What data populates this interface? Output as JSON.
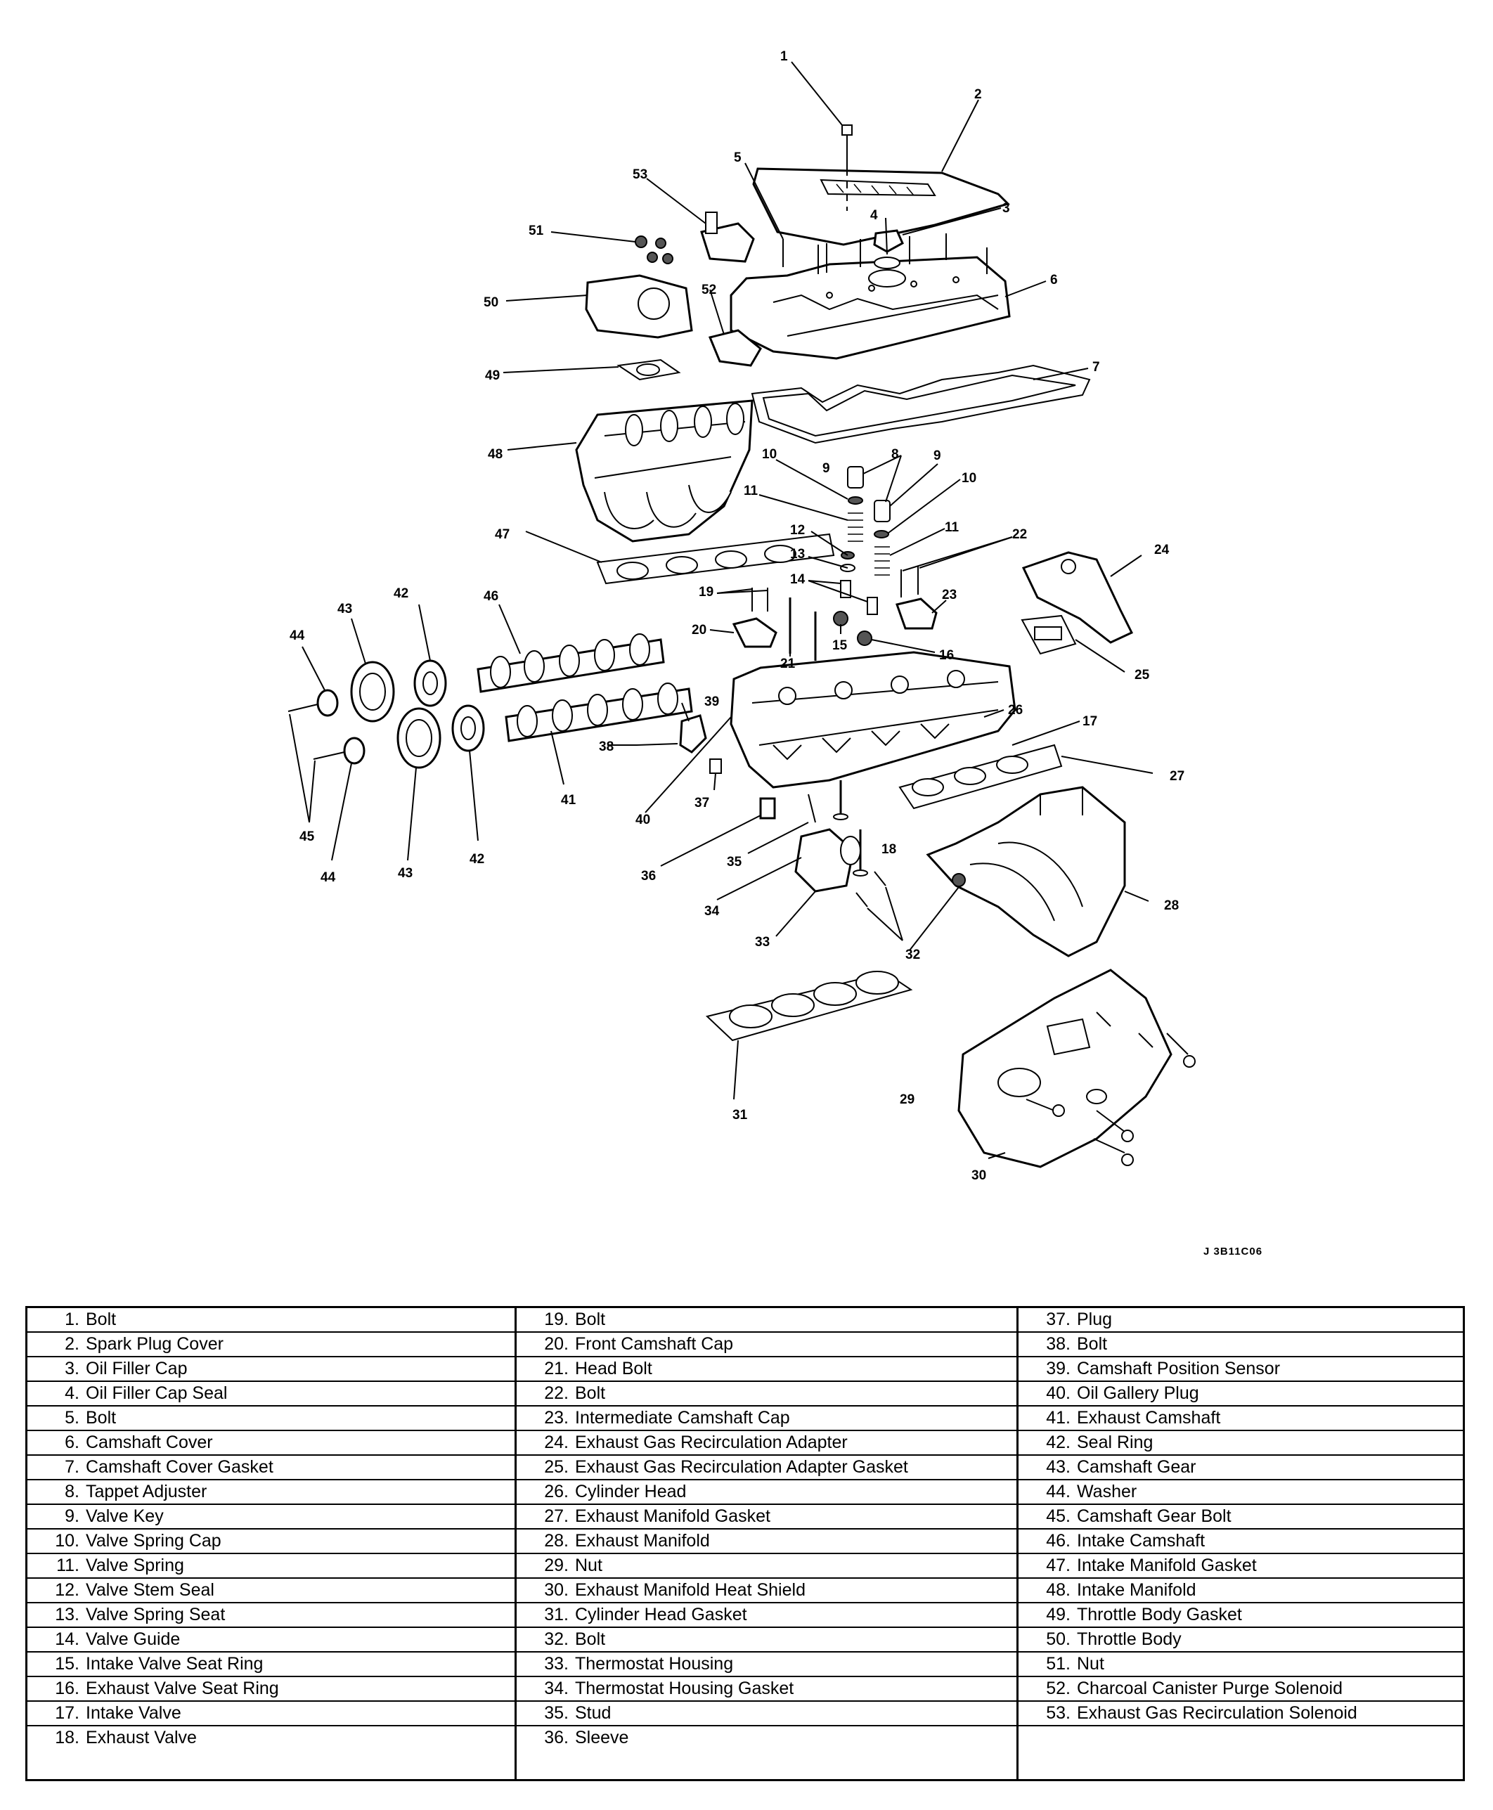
{
  "figure": {
    "reference_code": "J 3B11C06"
  },
  "callouts": [
    {
      "id": "1",
      "label": "1"
    },
    {
      "id": "2",
      "label": "2"
    },
    {
      "id": "3",
      "label": "3"
    },
    {
      "id": "4",
      "label": "4"
    },
    {
      "id": "5",
      "label": "5"
    },
    {
      "id": "6",
      "label": "6"
    },
    {
      "id": "7",
      "label": "7"
    },
    {
      "id": "8",
      "label": "8"
    },
    {
      "id": "9a",
      "label": "9"
    },
    {
      "id": "9b",
      "label": "9"
    },
    {
      "id": "10a",
      "label": "10"
    },
    {
      "id": "10b",
      "label": "10"
    },
    {
      "id": "11a",
      "label": "11"
    },
    {
      "id": "11b",
      "label": "11"
    },
    {
      "id": "12",
      "label": "12"
    },
    {
      "id": "13",
      "label": "13"
    },
    {
      "id": "14",
      "label": "14"
    },
    {
      "id": "15",
      "label": "15"
    },
    {
      "id": "16",
      "label": "16"
    },
    {
      "id": "17",
      "label": "17"
    },
    {
      "id": "18",
      "label": "18"
    },
    {
      "id": "19",
      "label": "19"
    },
    {
      "id": "20",
      "label": "20"
    },
    {
      "id": "21",
      "label": "21"
    },
    {
      "id": "22",
      "label": "22"
    },
    {
      "id": "23",
      "label": "23"
    },
    {
      "id": "24",
      "label": "24"
    },
    {
      "id": "25",
      "label": "25"
    },
    {
      "id": "26",
      "label": "26"
    },
    {
      "id": "27",
      "label": "27"
    },
    {
      "id": "28",
      "label": "28"
    },
    {
      "id": "29",
      "label": "29"
    },
    {
      "id": "30",
      "label": "30"
    },
    {
      "id": "31",
      "label": "31"
    },
    {
      "id": "32",
      "label": "32"
    },
    {
      "id": "33",
      "label": "33"
    },
    {
      "id": "34",
      "label": "34"
    },
    {
      "id": "35",
      "label": "35"
    },
    {
      "id": "36",
      "label": "36"
    },
    {
      "id": "37",
      "label": "37"
    },
    {
      "id": "38",
      "label": "38"
    },
    {
      "id": "39",
      "label": "39"
    },
    {
      "id": "40",
      "label": "40"
    },
    {
      "id": "41",
      "label": "41"
    },
    {
      "id": "42a",
      "label": "42"
    },
    {
      "id": "42b",
      "label": "42"
    },
    {
      "id": "43a",
      "label": "43"
    },
    {
      "id": "43b",
      "label": "43"
    },
    {
      "id": "44a",
      "label": "44"
    },
    {
      "id": "44b",
      "label": "44"
    },
    {
      "id": "45",
      "label": "45"
    },
    {
      "id": "46",
      "label": "46"
    },
    {
      "id": "47",
      "label": "47"
    },
    {
      "id": "48",
      "label": "48"
    },
    {
      "id": "49",
      "label": "49"
    },
    {
      "id": "50",
      "label": "50"
    },
    {
      "id": "51",
      "label": "51"
    },
    {
      "id": "52",
      "label": "52"
    },
    {
      "id": "53",
      "label": "53"
    }
  ],
  "legend": {
    "columns": [
      [
        {
          "num": "1.",
          "name": "Bolt"
        },
        {
          "num": "2.",
          "name": "Spark Plug Cover"
        },
        {
          "num": "3.",
          "name": "Oil Filler Cap"
        },
        {
          "num": "4.",
          "name": "Oil Filler Cap Seal"
        },
        {
          "num": "5.",
          "name": "Bolt"
        },
        {
          "num": "6.",
          "name": "Camshaft Cover"
        },
        {
          "num": "7.",
          "name": "Camshaft Cover Gasket"
        },
        {
          "num": "8.",
          "name": "Tappet Adjuster"
        },
        {
          "num": "9.",
          "name": "Valve Key"
        },
        {
          "num": "10.",
          "name": "Valve Spring Cap"
        },
        {
          "num": "11.",
          "name": "Valve Spring"
        },
        {
          "num": "12.",
          "name": "Valve Stem Seal"
        },
        {
          "num": "13.",
          "name": "Valve Spring Seat"
        },
        {
          "num": "14.",
          "name": "Valve Guide"
        },
        {
          "num": "15.",
          "name": "Intake Valve Seat Ring"
        },
        {
          "num": "16.",
          "name": "Exhaust Valve Seat Ring"
        },
        {
          "num": "17.",
          "name": "Intake Valve"
        },
        {
          "num": "18.",
          "name": "Exhaust Valve"
        }
      ],
      [
        {
          "num": "19.",
          "name": "Bolt"
        },
        {
          "num": "20.",
          "name": "Front Camshaft Cap"
        },
        {
          "num": "21.",
          "name": "Head Bolt"
        },
        {
          "num": "22.",
          "name": "Bolt"
        },
        {
          "num": "23.",
          "name": "Intermediate Camshaft Cap"
        },
        {
          "num": "24.",
          "name": "Exhaust Gas Recirculation Adapter"
        },
        {
          "num": "25.",
          "name": "Exhaust Gas Recirculation Adapter Gasket"
        },
        {
          "num": "26.",
          "name": "Cylinder Head"
        },
        {
          "num": "27.",
          "name": "Exhaust Manifold Gasket"
        },
        {
          "num": "28.",
          "name": "Exhaust Manifold"
        },
        {
          "num": "29.",
          "name": "Nut"
        },
        {
          "num": "30.",
          "name": "Exhaust Manifold Heat Shield"
        },
        {
          "num": "31.",
          "name": "Cylinder Head Gasket"
        },
        {
          "num": "32.",
          "name": "Bolt"
        },
        {
          "num": "33.",
          "name": "Thermostat Housing"
        },
        {
          "num": "34.",
          "name": "Thermostat Housing Gasket"
        },
        {
          "num": "35.",
          "name": "Stud"
        },
        {
          "num": "36.",
          "name": "Sleeve"
        }
      ],
      [
        {
          "num": "37.",
          "name": "Plug"
        },
        {
          "num": "38.",
          "name": "Bolt"
        },
        {
          "num": "39.",
          "name": "Camshaft Position Sensor"
        },
        {
          "num": "40.",
          "name": "Oil Gallery Plug"
        },
        {
          "num": "41.",
          "name": "Exhaust Camshaft"
        },
        {
          "num": "42.",
          "name": "Seal Ring"
        },
        {
          "num": "43.",
          "name": "Camshaft Gear"
        },
        {
          "num": "44.",
          "name": "Washer"
        },
        {
          "num": "45.",
          "name": "Camshaft Gear Bolt"
        },
        {
          "num": "46.",
          "name": "Intake Camshaft"
        },
        {
          "num": "47.",
          "name": "Intake Manifold Gasket"
        },
        {
          "num": "48.",
          "name": "Intake Manifold"
        },
        {
          "num": "49.",
          "name": "Throttle Body Gasket"
        },
        {
          "num": "50.",
          "name": "Throttle Body"
        },
        {
          "num": "51.",
          "name": "Nut"
        },
        {
          "num": "52.",
          "name": "Charcoal Canister Purge Solenoid"
        },
        {
          "num": "53.",
          "name": "Exhaust Gas Recirculation Solenoid"
        },
        {
          "num": "",
          "name": ""
        }
      ]
    ]
  }
}
